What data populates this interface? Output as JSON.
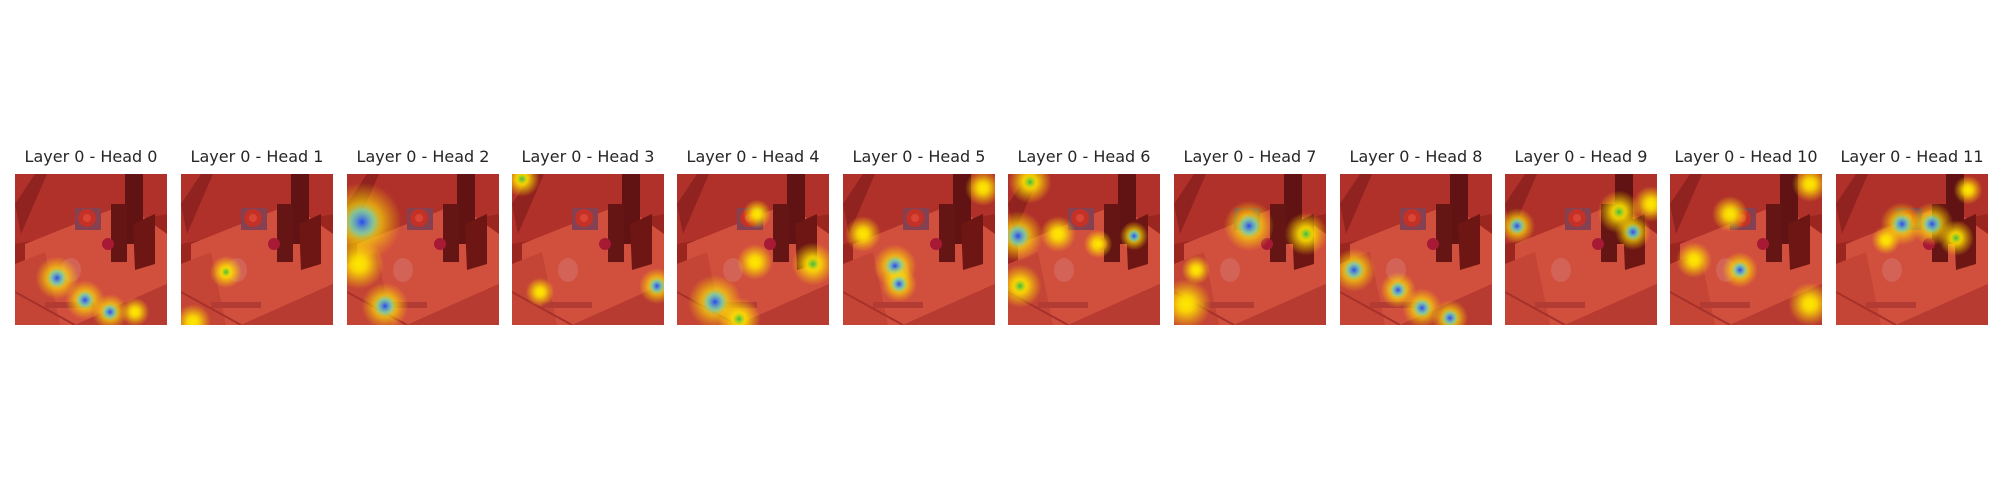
{
  "figure": {
    "panels": [
      {
        "title": "Layer 0 - Head 0"
      },
      {
        "title": "Layer 0 - Head 1"
      },
      {
        "title": "Layer 0 - Head 2"
      },
      {
        "title": "Layer 0 - Head 3"
      },
      {
        "title": "Layer 0 - Head 4"
      },
      {
        "title": "Layer 0 - Head 5"
      },
      {
        "title": "Layer 0 - Head 6"
      },
      {
        "title": "Layer 0 - Head 7"
      },
      {
        "title": "Layer 0 - Head 8"
      },
      {
        "title": "Layer 0 - Head 9"
      },
      {
        "title": "Layer 0 - Head 10"
      },
      {
        "title": "Layer 0 - Head 11"
      }
    ],
    "colors": {
      "background": "#ffffff",
      "title_text": "#262626",
      "heatmap_low": "#1f3cff",
      "heatmap_mid": "#ffe600",
      "heatmap_high": "#c81e1e"
    }
  }
}
